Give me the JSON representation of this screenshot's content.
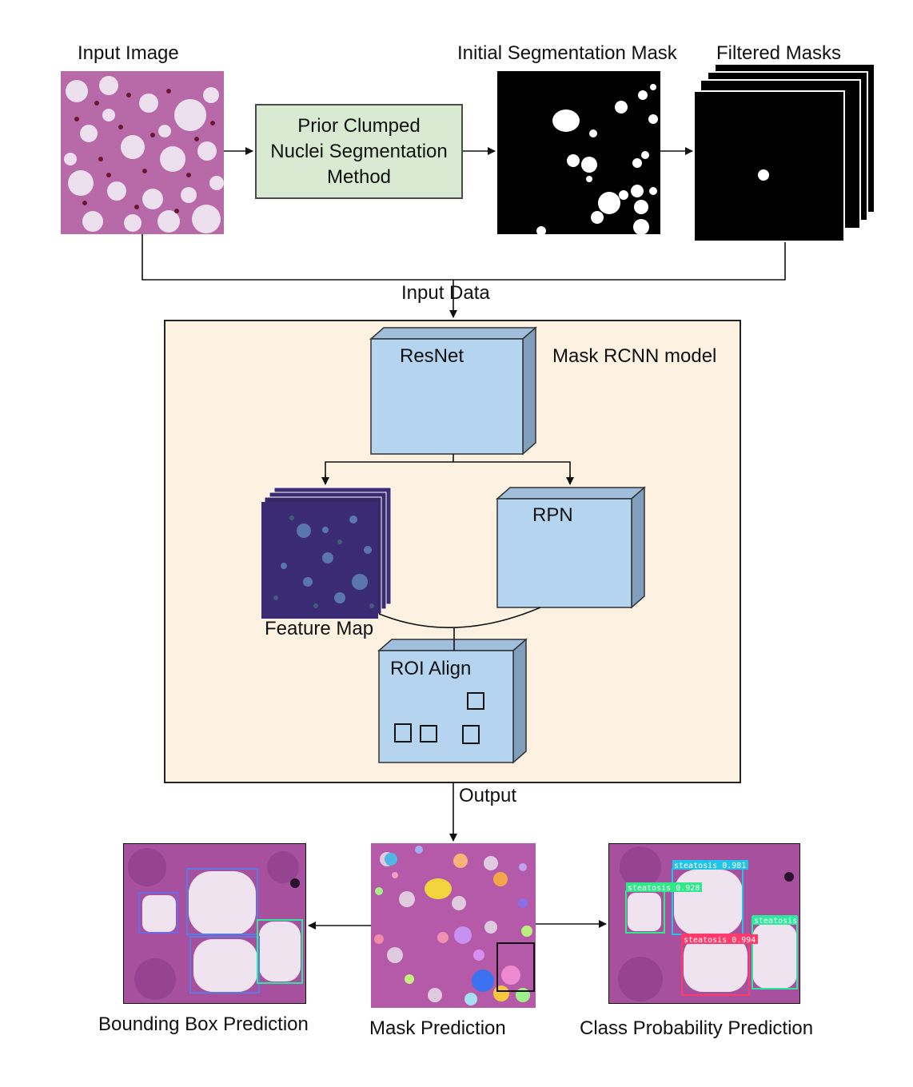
{
  "labels": {
    "input_image": "Input Image",
    "initial_mask": "Initial Segmentation Mask",
    "filtered_masks": "Filtered Masks",
    "prior_method": "Prior Clumped Nuclei Segmentation Method",
    "input_data": "Input Data",
    "model_title": "Mask RCNN model",
    "resnet": "ResNet",
    "rpn": "RPN",
    "feature_map": "Feature Map",
    "roi_align": "ROI Align",
    "output": "Output",
    "bbox_prediction": "Bounding Box Prediction",
    "mask_prediction": "Mask Prediction",
    "class_prob_prediction": "Class Probability Prediction"
  },
  "prior_method_lines": [
    "Prior Clumped",
    "Nuclei Segmentation",
    "Method"
  ],
  "class_tags": [
    {
      "text": "steatosis 0.981",
      "color": "#22c3e6"
    },
    {
      "text": "steatosis 0.928",
      "color": "#2ee88a"
    },
    {
      "text": "steatosis",
      "color": "#2ee8a0"
    },
    {
      "text": "steatosis 0.994",
      "color": "#ff3b6b"
    }
  ],
  "colors": {
    "method_box_fill": "#d9ead3",
    "model_panel_fill": "#fdf1e1",
    "block_fill": "#b4d4ef",
    "block_side": "#7f9fbc",
    "tissue": "#b45aa8"
  }
}
